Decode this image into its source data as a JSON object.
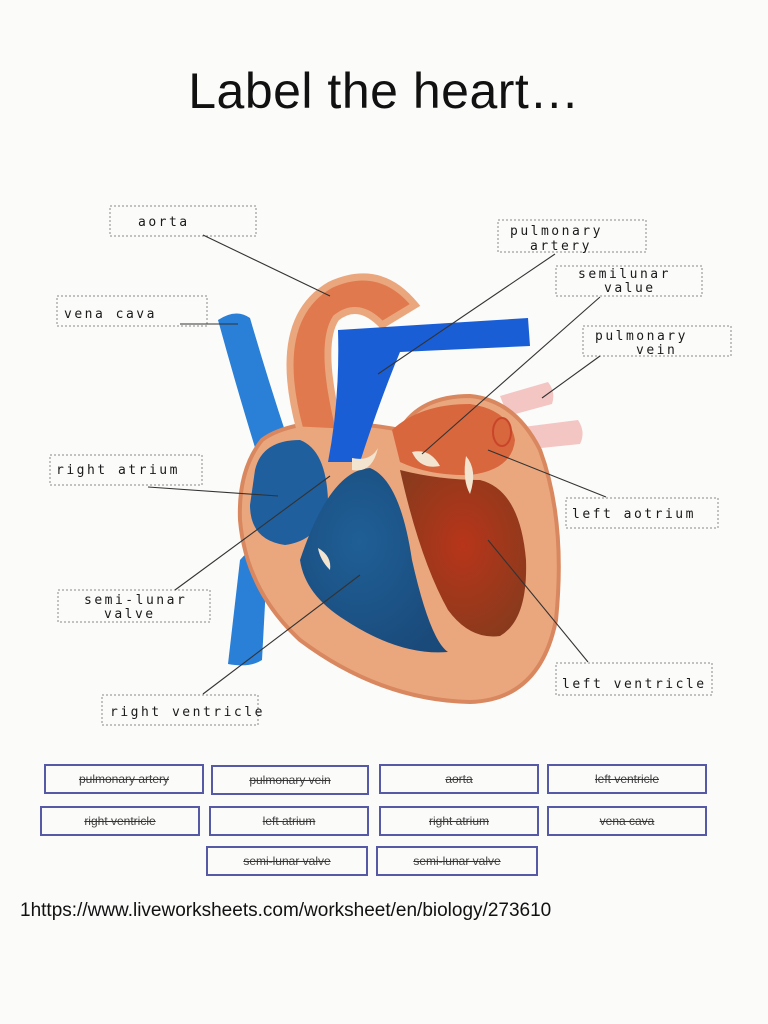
{
  "page": {
    "title": "Label the heart…",
    "footer_url": "1https://www.liveworksheets.com/worksheet/en/biology/273610"
  },
  "labels": {
    "aorta": "aorta",
    "vena_cava": "vena  cava",
    "pulmonary_artery_1": "pulmonary",
    "pulmonary_artery_2": "artery",
    "semilunar_valve_top_1": "semilunar",
    "semilunar_valve_top_2": "value",
    "pulmonary_vein_1": "pulmonary",
    "pulmonary_vein_2": "vein",
    "right_atrium": "right  atrium",
    "left_atrium": "left  aotrium",
    "semilunar_valve_left_1": "semi-lunar",
    "semilunar_valve_left_2": "valve",
    "left_ventricle": "left   ventricle",
    "right_ventricle": "right  ventricle"
  },
  "word_bank": [
    "pulmonary artery",
    "pulmonary vein",
    "aorta",
    "left ventricle",
    "right ventricle",
    "left atrium",
    "right atrium",
    "vena cava",
    "semi-lunar valve",
    "semi-lunar valve"
  ],
  "colors": {
    "deoxygenated_blue": "#1f6fc9",
    "oxygenated_red": "#c8502c",
    "bank_border": "#565aa6"
  }
}
